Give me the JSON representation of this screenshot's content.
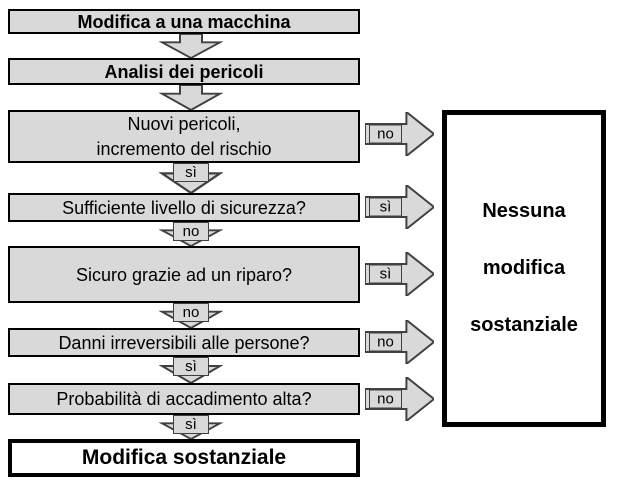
{
  "colors": {
    "background": "#ffffff",
    "box_fill": "#d9d9d9",
    "box_border": "#000000",
    "arrow_fill": "#d9d9d9",
    "arrow_stroke": "#404040",
    "text": "#000000",
    "outcome_background": "#ffffff"
  },
  "flow": {
    "steps": [
      {
        "label": "Modifica a una macchina"
      },
      {
        "label": "Analisi dei pericoli"
      },
      {
        "lines": [
          "Nuovi pericoli,",
          "incremento del rischio"
        ]
      },
      {
        "label": "Sufficiente livello di sicurezza?"
      },
      {
        "label": "Sicuro grazie ad un riparo?"
      },
      {
        "label": "Danni irreversibili alle persone?"
      },
      {
        "label": "Probabilità di accadimento alta?"
      },
      {
        "label": "Modifica sostanziale"
      }
    ],
    "down_connectors": [
      {
        "label": ""
      },
      {
        "label": ""
      },
      {
        "label": "sì"
      },
      {
        "label": "no"
      },
      {
        "label": "no"
      },
      {
        "label": "sì"
      },
      {
        "label": "sì"
      }
    ],
    "side_connectors": [
      {
        "label": "no"
      },
      {
        "label": "sì"
      },
      {
        "label": "sì"
      },
      {
        "label": "no"
      },
      {
        "label": "no"
      }
    ],
    "outcome": {
      "lines": [
        "Nessuna",
        "modifica",
        "sostanziale"
      ]
    }
  }
}
